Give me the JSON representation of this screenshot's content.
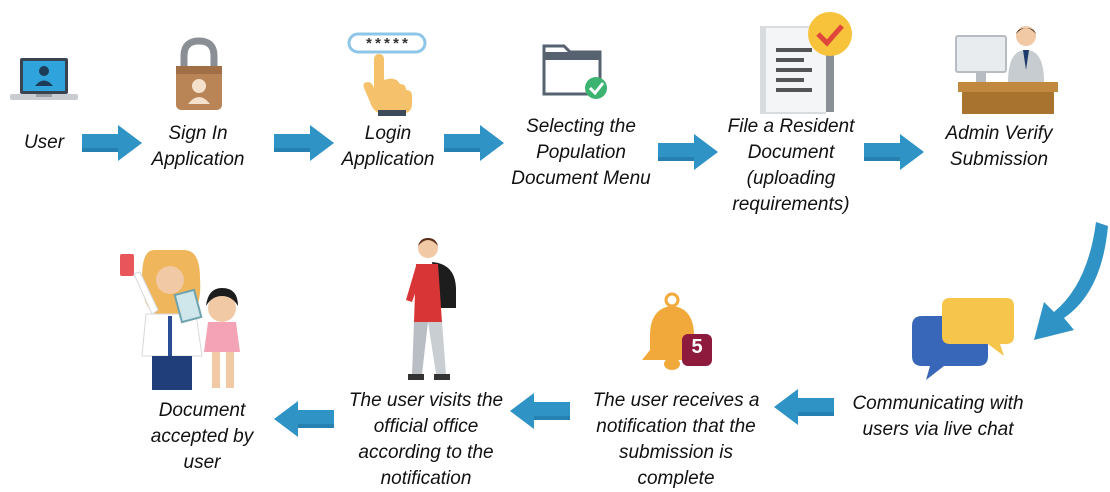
{
  "colors": {
    "arrow": "#2f93c6",
    "arrow_dark": "#1f6f99"
  },
  "steps": [
    {
      "label": "User",
      "icon": "laptop-user-icon"
    },
    {
      "label": "Sign In\nApplication",
      "icon": "padlock-icon"
    },
    {
      "label": "Login\nApplication",
      "icon": "password-tap-icon"
    },
    {
      "label": "Selecting the\nPopulation\nDocument Menu",
      "icon": "folder-check-icon"
    },
    {
      "label": "File a Resident\nDocument\n(uploading\nrequirements)",
      "icon": "document-check-icon"
    },
    {
      "label": "Admin Verify\nSubmission",
      "icon": "admin-desk-icon"
    },
    {
      "label": "Communicating with\nusers via live chat",
      "icon": "chat-bubbles-icon"
    },
    {
      "label": "The user receives a\nnotification that the\nsubmission is\ncomplete",
      "icon": "bell-notification-icon"
    },
    {
      "label": "The user visits the\nofficial office\naccording to the\nnotification",
      "icon": "walking-person-icon"
    },
    {
      "label": "Document\naccepted by\nuser",
      "icon": "family-document-icon"
    }
  ],
  "notification_count": "5",
  "password_mask": "*****"
}
